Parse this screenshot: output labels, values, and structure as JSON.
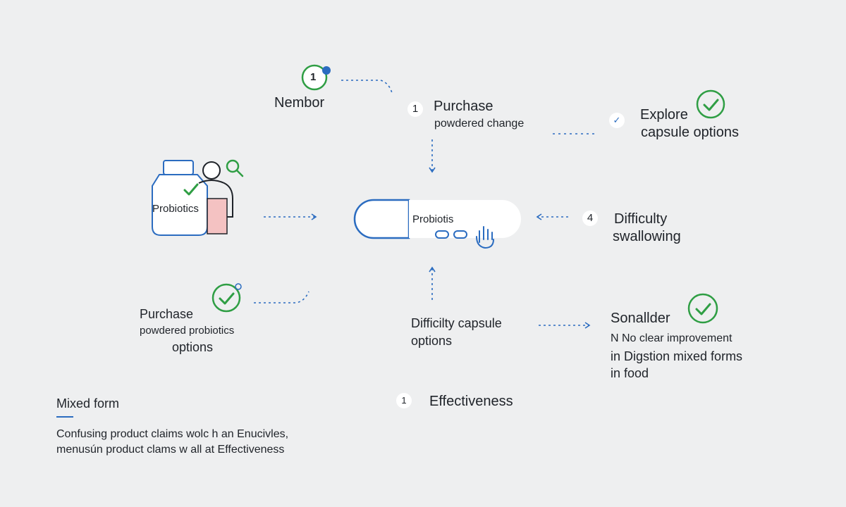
{
  "colors": {
    "background": "#eeeff0",
    "accent_blue": "#2b6cc0",
    "check_green": "#2f9e44",
    "text": "#1f2329",
    "pink": "#f4c2c2"
  },
  "icons": {
    "top_step": "circled-number-icon",
    "bottle": "probiotics-bottle-icon",
    "person": "person-icon",
    "search": "search-icon",
    "check": "check-circle-icon",
    "capsule": "capsule-icon",
    "hand": "hand-pointer-icon"
  },
  "member": {
    "badge": "1",
    "label": "Nembor"
  },
  "purchase_change": {
    "number": "1",
    "line1": "Purchase",
    "line2": "powdered change"
  },
  "explore": {
    "check": "✓",
    "line1": "Explore",
    "line2": "capsule options"
  },
  "bottle": {
    "label": "Probiotics"
  },
  "capsule": {
    "label": "Probiotis"
  },
  "difficulty": {
    "number": "4",
    "line1": "Difficulty",
    "line2": "swallowing"
  },
  "purchase_powder": {
    "line1": "Purchase",
    "line2": "powdered probiotics",
    "line3": "options"
  },
  "difficulty_capsule": {
    "line1": "Difficilty capsule",
    "line2": "options"
  },
  "sonallder": {
    "title": "Sonallder",
    "line1": "N No clear improvement",
    "line2": "in Digstion mixed forms",
    "line3": "in food"
  },
  "effectiveness": {
    "number": "1",
    "label": "Effectiveness"
  },
  "mixed_form": {
    "title": "Mixed form",
    "line1": "Confusing product claims wolc h an Enucivles,",
    "line2": "menusún product clams w all at Effectiveness"
  }
}
